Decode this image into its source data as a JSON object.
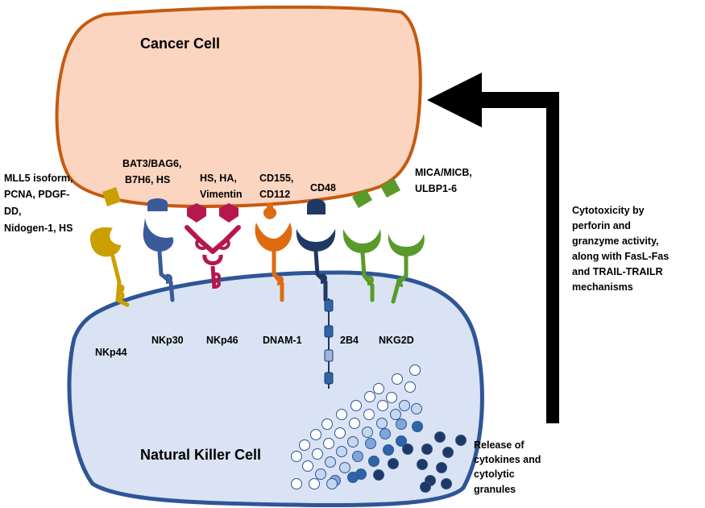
{
  "cancer_cell": {
    "label": "Cancer Cell",
    "fill": "#fbd5c0",
    "stroke": "#c55a11"
  },
  "nk_cell": {
    "label": "Natural Killer Cell",
    "fill": "#dae3f3",
    "stroke": "#2f5597"
  },
  "ligands": [
    {
      "id": "mll5",
      "lines": [
        "MLL5 isoform,",
        "PCNA, PDGF-",
        "DD,",
        "Nidogen-1, HS"
      ]
    },
    {
      "id": "bat3",
      "lines": [
        "BAT3/BAG6,",
        "B7H6, HS"
      ]
    },
    {
      "id": "hs",
      "lines": [
        "HS, HA,",
        "Vimentin"
      ]
    },
    {
      "id": "cd155",
      "lines": [
        "CD155,",
        "CD112"
      ]
    },
    {
      "id": "cd48",
      "lines": [
        "CD48"
      ]
    },
    {
      "id": "mica",
      "lines": [
        "MICA/MICB,",
        "ULBP1-6"
      ]
    }
  ],
  "receptors": [
    {
      "id": "nkp44",
      "label": "NKp44",
      "color": "#c9a000"
    },
    {
      "id": "nkp30",
      "label": "NKp30",
      "color": "#3a5a9a"
    },
    {
      "id": "nkp46",
      "label": "NKp46",
      "color": "#b5174e"
    },
    {
      "id": "dnam1",
      "label": "DNAM-1",
      "color": "#e06a10"
    },
    {
      "id": "2b4",
      "label": "2B4",
      "color": "#1f3864"
    },
    {
      "id": "nkg2d",
      "label": "NKG2D",
      "color": "#5a9a2a"
    }
  ],
  "arrow_note": {
    "lines": [
      "Cytotoxicity by",
      "perforin and",
      "granzyme activity,",
      "along with FasL-Fas",
      "and TRAIL-TRAILR",
      "mechanisms"
    ]
  },
  "granule_note": {
    "lines": [
      "Release of",
      "cytokines and",
      "cytolytic",
      "granules"
    ]
  },
  "granule_colors": [
    "#ffffff",
    "#c5d7f0",
    "#7fa6d8",
    "#2e64a8",
    "#1f3864"
  ]
}
